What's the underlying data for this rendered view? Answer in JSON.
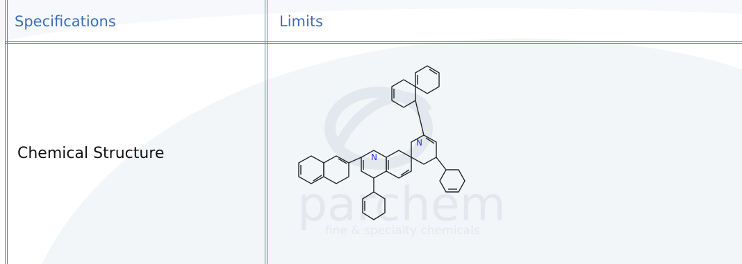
{
  "table": {
    "header": {
      "col1": "Specifications",
      "col2": "Limits"
    },
    "row": {
      "label": "Chemical Structure"
    }
  },
  "structure": {
    "atoms": [
      "N",
      "N"
    ],
    "description_icon": "molecule-diagram"
  },
  "watermark": {
    "brand": "parchem",
    "tagline": "fine & specialty chemicals"
  },
  "colors": {
    "border": "#4a83c9",
    "header_text": "#3a6eb8",
    "bond": "#222222",
    "nitrogen": "#2a2aff"
  }
}
